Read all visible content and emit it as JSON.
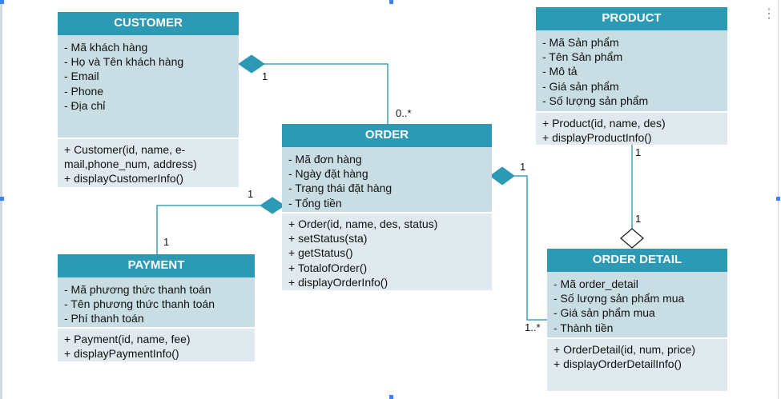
{
  "classes": {
    "customer": {
      "name": "CUSTOMER",
      "attributes": [
        "- Mã khách hàng",
        "- Họ và Tên khách hàng",
        "- Email",
        "- Phone",
        "- Địa chỉ"
      ],
      "operations": [
        "+ Customer(id, name, e-mail,phone_num, address)",
        "+ displayCustomerInfo()"
      ]
    },
    "order": {
      "name": "ORDER",
      "attributes": [
        "- Mã đơn hàng",
        "- Ngày đặt hàng",
        "- Trạng thái đặt hàng",
        "- Tổng tiền"
      ],
      "operations": [
        "+ Order(id, name, des, status)",
        "+ setStatus(sta)",
        "+ getStatus()",
        "+ TotalofOrder()",
        "+ displayOrderInfo()"
      ]
    },
    "product": {
      "name": "PRODUCT",
      "attributes": [
        "- Mã Sản phẩm",
        "- Tên Sản phẩm",
        "- Mô tả",
        "- Giá sản phẩm",
        "- Số lượng sản phẩm"
      ],
      "operations": [
        "+ Product(id, name, des)",
        "+ displayProductInfo()"
      ]
    },
    "payment": {
      "name": "PAYMENT",
      "attributes": [
        "- Mã phương thức thanh toán",
        "- Tên phương thức thanh toán",
        "- Phí thanh toán"
      ],
      "operations": [
        "+ Payment(id, name, fee)",
        "+ displayPaymentInfo()"
      ]
    },
    "order_detail": {
      "name": "ORDER DETAIL",
      "attributes": [
        "- Mã order_detail",
        "- Số lượng sản phẩm mua",
        "- Giá sản phẩm mua",
        "- Thành tiền"
      ],
      "operations": [
        "+ OrderDetail(id, num, price)",
        "+ displayOrderDetailInfo()"
      ]
    }
  },
  "multiplicities": {
    "customer_end": "1",
    "order_customer_end": "0..*",
    "order_payment_end": "1",
    "payment_end": "1",
    "order_detail_end_from_order": "1",
    "detail_many": "1..*",
    "product_end": "1",
    "detail_product_end": "1"
  },
  "colors": {
    "header": "#2c9ab5",
    "attributes_bg": "#c9dde4",
    "operations_bg": "#dfe9ee",
    "line": "#3aa3bd"
  }
}
